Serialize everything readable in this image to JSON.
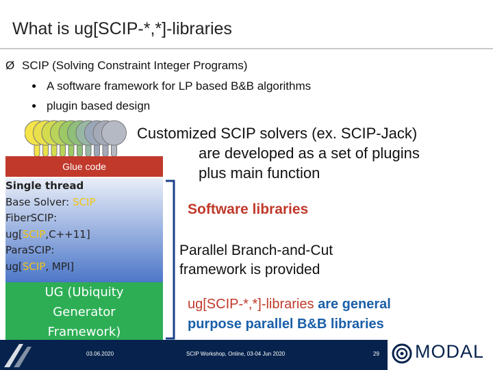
{
  "title": "What is ug[SCIP-*,*]-libraries",
  "bullets": {
    "main_marker": "Ø",
    "main": "SCIP (Solving Constraint Integer Programs)",
    "sub_marker": "●",
    "sub": [
      "A software framework for LP based B&B algorithms",
      "plugin based design"
    ]
  },
  "diagram": {
    "glue": "Glue code",
    "base_lines": [
      {
        "pre": "Single thread",
        "scip": "",
        "post": ""
      },
      {
        "pre": "Base Solver: ",
        "scip": "SCIP",
        "post": ""
      },
      {
        "pre": "FiberSCIP:",
        "scip": "",
        "post": ""
      },
      {
        "pre": "ug[",
        "scip": "SCIP",
        "post": ",C++11]"
      },
      {
        "pre": "ParaSCIP:",
        "scip": "",
        "post": ""
      },
      {
        "pre": "ug[",
        "scip": "SCIP",
        "post": ", MPI]"
      }
    ],
    "ug_lines": [
      "UG (Ubiquity",
      "Generator",
      "Framework)"
    ],
    "plugin_colors": [
      "#f5e44a",
      "#e9e04b",
      "#d4dc4e",
      "#b9d458",
      "#9cc964",
      "#8fbf7a",
      "#98b6a4",
      "#9aa7b8",
      "#a4aab8",
      "#b5b9c4"
    ]
  },
  "right": {
    "custom_lines": [
      "Customized SCIP solvers (ex. SCIP-Jack)",
      "are developed as a set of plugins",
      "plus main function"
    ],
    "software_libraries": "Software libraries",
    "parallel_lines": [
      "Parallel Branch-and-Cut",
      "framework is provided"
    ],
    "uglibs_red": "ug[SCIP-*,*]-libraries",
    "uglibs_rest_1": " are general",
    "uglibs_rest_2": "purpose parallel B&B libraries"
  },
  "footer": {
    "date": "03.06.2020",
    "event": "SCIP Workshop, Online, 03-04 Jun 2020",
    "page": "29",
    "logo": "MODAL"
  }
}
